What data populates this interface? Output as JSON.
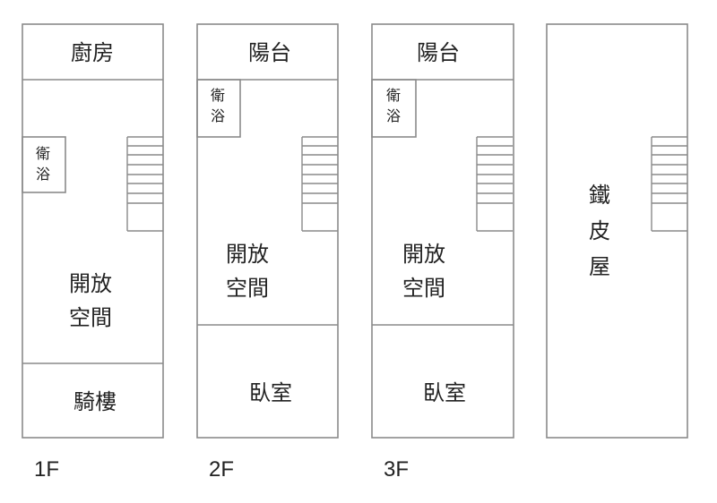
{
  "floors": [
    {
      "label": "1F",
      "rooms": {
        "top": "廚房",
        "bath": [
          "衛",
          "浴"
        ],
        "open": [
          "開放",
          "空間"
        ],
        "bottom": "騎樓"
      }
    },
    {
      "label": "2F",
      "rooms": {
        "top": "陽台",
        "bath": [
          "衛",
          "浴"
        ],
        "open": [
          "開放",
          "空間"
        ],
        "bottom": "臥室"
      }
    },
    {
      "label": "3F",
      "rooms": {
        "top": "陽台",
        "bath": [
          "衛",
          "浴"
        ],
        "open": [
          "開放",
          "空間"
        ],
        "bottom": "臥室"
      }
    },
    {
      "label": "",
      "rooms": {
        "main": [
          "鐵",
          "皮",
          "屋"
        ]
      }
    }
  ]
}
